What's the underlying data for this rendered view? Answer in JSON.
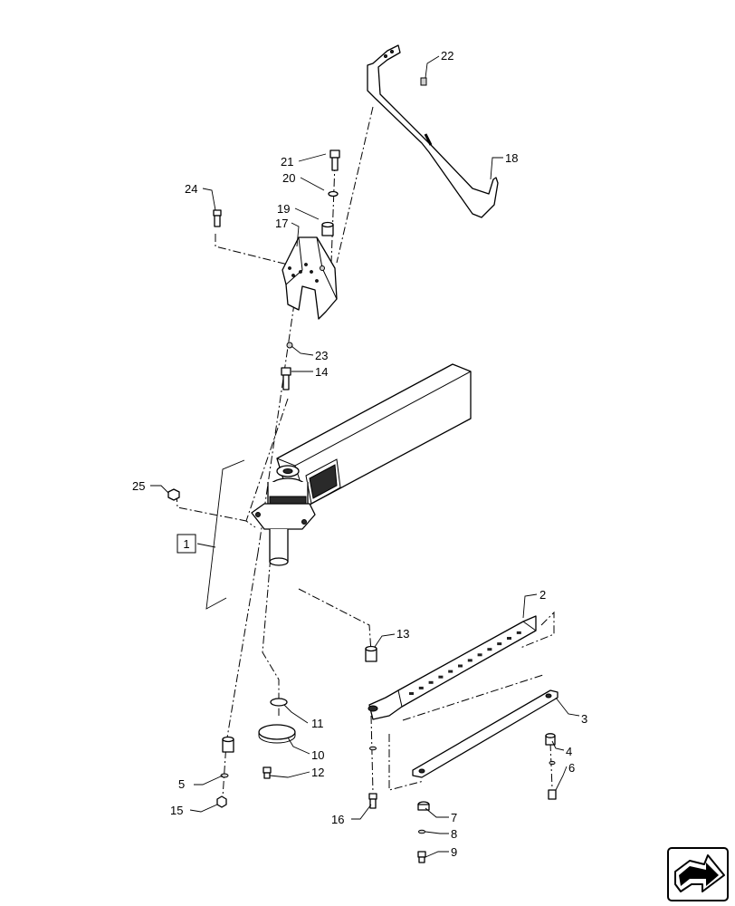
{
  "callouts": [
    {
      "id": "c1",
      "label": "1"
    },
    {
      "id": "c2",
      "label": "2"
    },
    {
      "id": "c3",
      "label": "3"
    },
    {
      "id": "c4",
      "label": "4"
    },
    {
      "id": "c5",
      "label": "5"
    },
    {
      "id": "c6",
      "label": "6"
    },
    {
      "id": "c7",
      "label": "7"
    },
    {
      "id": "c8",
      "label": "8"
    },
    {
      "id": "c9",
      "label": "9"
    },
    {
      "id": "c10",
      "label": "10"
    },
    {
      "id": "c11",
      "label": "11"
    },
    {
      "id": "c12",
      "label": "12"
    },
    {
      "id": "c13",
      "label": "13"
    },
    {
      "id": "c14",
      "label": "14"
    },
    {
      "id": "c15",
      "label": "15"
    },
    {
      "id": "c16",
      "label": "16"
    },
    {
      "id": "c17",
      "label": "17"
    },
    {
      "id": "c18",
      "label": "18"
    },
    {
      "id": "c19",
      "label": "19"
    },
    {
      "id": "c20",
      "label": "20"
    },
    {
      "id": "c21",
      "label": "21"
    },
    {
      "id": "c22",
      "label": "22"
    },
    {
      "id": "c23",
      "label": "23"
    },
    {
      "id": "c24",
      "label": "24"
    },
    {
      "id": "c25",
      "label": "25"
    }
  ],
  "icons": {
    "navigation": "next-page-arrow-icon"
  }
}
